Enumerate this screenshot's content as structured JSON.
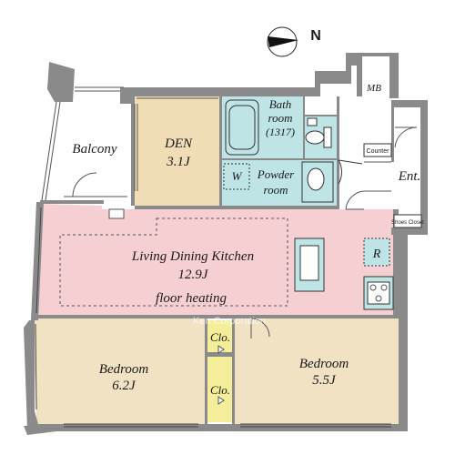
{
  "compass": {
    "direction_label": "N"
  },
  "rooms": {
    "balcony": {
      "name": "Balcony"
    },
    "den": {
      "name": "DEN",
      "size": "3.1J"
    },
    "bathroom": {
      "name_line1": "Bath",
      "name_line2": "room",
      "size": "(1317)"
    },
    "powder_room": {
      "name_line1": "Powder",
      "name_line2": "room"
    },
    "washer": {
      "label": "W"
    },
    "ldk": {
      "name": "Living Dining Kitchen",
      "size": "12.9J",
      "note": "floor heating"
    },
    "refrigerator": {
      "label": "R"
    },
    "bedroom_left": {
      "name": "Bedroom",
      "size": "6.2J"
    },
    "bedroom_right": {
      "name": "Bedroom",
      "size": "5.5J"
    },
    "closet_upper": {
      "label": "Clo."
    },
    "closet_lower": {
      "label": "Clo."
    },
    "entrance": {
      "label": "Ent."
    },
    "mb": {
      "label": "MB"
    },
    "counter": {
      "label": "Counter"
    },
    "shoes_closet": {
      "label": "Shoes Closet"
    }
  },
  "watermark": {
    "text": "Ken Corporation"
  },
  "colors": {
    "wall": "#8a8a8a",
    "ldk": "#f6cfd2",
    "bedroom": "#f2e2c4",
    "den": "#f0ddb6",
    "wet_area": "#bfe4e6",
    "closet": "#f4ee9a",
    "line": "#333333"
  }
}
